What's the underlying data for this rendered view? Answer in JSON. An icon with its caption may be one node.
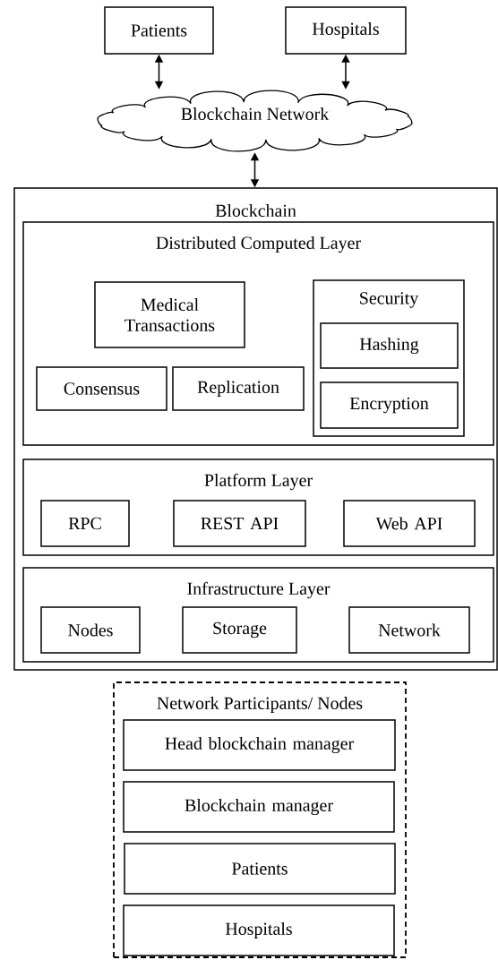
{
  "diagram": {
    "nodes": [
      {
        "text": [
          "Patients"
        ]
      },
      {
        "text": [
          "Hospitals"
        ]
      },
      {
        "text": [
          "Blockchain Network"
        ]
      },
      {
        "text": [
          "Blockchain"
        ]
      },
      {
        "text": [
          "Distributed Computed Layer"
        ],
        "in": 3
      },
      {
        "text": [
          "Medical Transactions"
        ],
        "in": 4
      },
      {
        "text": [
          "Security"
        ],
        "in": 4
      },
      {
        "text": [
          "Hashing"
        ],
        "in": 6
      },
      {
        "text": [
          "Encryption"
        ],
        "in": 6
      },
      {
        "text": [
          "Consensus"
        ],
        "in": 4
      },
      {
        "text": [
          "Replication"
        ],
        "in": 4
      },
      {
        "text": [
          "Platform Layer"
        ],
        "in": 3
      },
      {
        "text": [
          "RPC"
        ],
        "in": 11
      },
      {
        "text": [
          "REST API"
        ],
        "in": 11
      },
      {
        "text": [
          "Web API"
        ],
        "in": 11
      },
      {
        "text": [
          "Infrastructure Layer"
        ],
        "in": 3
      },
      {
        "text": [
          "Nodes"
        ],
        "in": 15
      },
      {
        "text": [
          "Storage"
        ],
        "in": 15
      },
      {
        "text": [
          "Network"
        ],
        "in": 15
      },
      {
        "text": [
          "Network Participants/ Nodes"
        ]
      },
      {
        "text": [
          "Head blockchain manager"
        ],
        "in": 19
      },
      {
        "text": [
          "Blockchain manager"
        ],
        "in": 19
      },
      {
        "text": [
          "Patients"
        ],
        "in": 19
      },
      {
        "text": [
          "Hospitals"
        ],
        "in": 19
      }
    ],
    "edges": [
      {
        "from": 0,
        "to": 2,
        "arrow": "both"
      },
      {
        "from": 1,
        "to": 2,
        "arrow": "both"
      },
      {
        "from": 2,
        "to": 3,
        "arrow": "both"
      }
    ]
  }
}
